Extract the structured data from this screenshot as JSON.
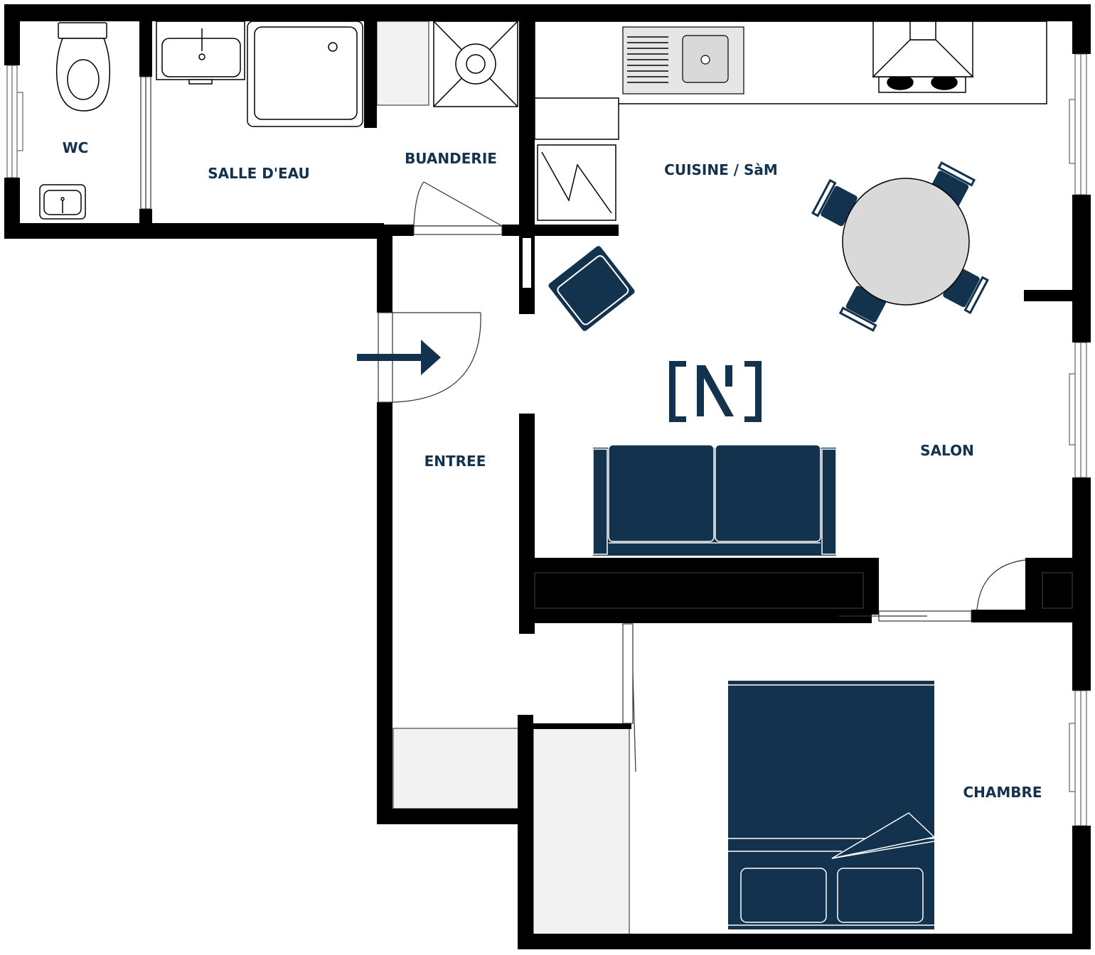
{
  "rooms": {
    "wc": "WC",
    "salle_deau": "SALLE D'EAU",
    "buanderie": "BUANDERIE",
    "cuisine": "CUISINE / SàM",
    "entree": "ENTREE",
    "salon": "SALON",
    "chambre": "CHAMBRE"
  },
  "logo": {
    "letter": "N"
  },
  "colors": {
    "wall": "#000000",
    "accent": "#12324d",
    "label": "#12324d",
    "table": "#d9d9d9",
    "closet": "#f2f2f2",
    "sink": "#e6e6e6"
  },
  "icons": {
    "entrance": "arrow-right-icon"
  }
}
